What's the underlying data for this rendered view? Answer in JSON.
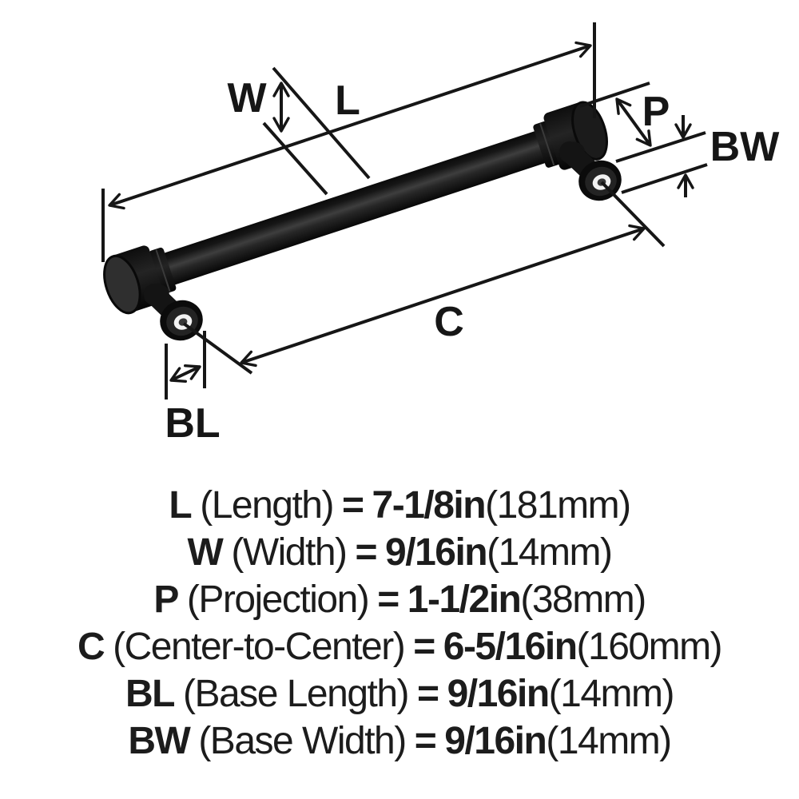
{
  "diagram": {
    "labels": {
      "W": "W",
      "L": "L",
      "P": "P",
      "BW": "BW",
      "C": "C",
      "BL": "BL"
    },
    "colors": {
      "line": "#161616",
      "handle": "#121212",
      "handle_face": "#2f2f2f",
      "screw_hole": "#f2f2f2",
      "background": "#ffffff"
    }
  },
  "legend": {
    "rows": [
      {
        "key": "L",
        "desc": "(Length)",
        "eq": "=",
        "imperial": "7-1/8in",
        "metric": "(181mm)"
      },
      {
        "key": "W",
        "desc": "(Width)",
        "eq": "=",
        "imperial": "9/16in",
        "metric": "(14mm)"
      },
      {
        "key": "P",
        "desc": "(Projection)",
        "eq": "=",
        "imperial": "1-1/2in",
        "metric": "(38mm)"
      },
      {
        "key": "C",
        "desc": "(Center-to-Center)",
        "eq": "=",
        "imperial": "6-5/16in",
        "metric": "(160mm)"
      },
      {
        "key": "BL",
        "desc": "(Base Length)",
        "eq": "=",
        "imperial": "9/16in",
        "metric": "(14mm)"
      },
      {
        "key": "BW",
        "desc": "(Base Width)",
        "eq": "=",
        "imperial": "9/16in",
        "metric": "(14mm)"
      }
    ]
  }
}
